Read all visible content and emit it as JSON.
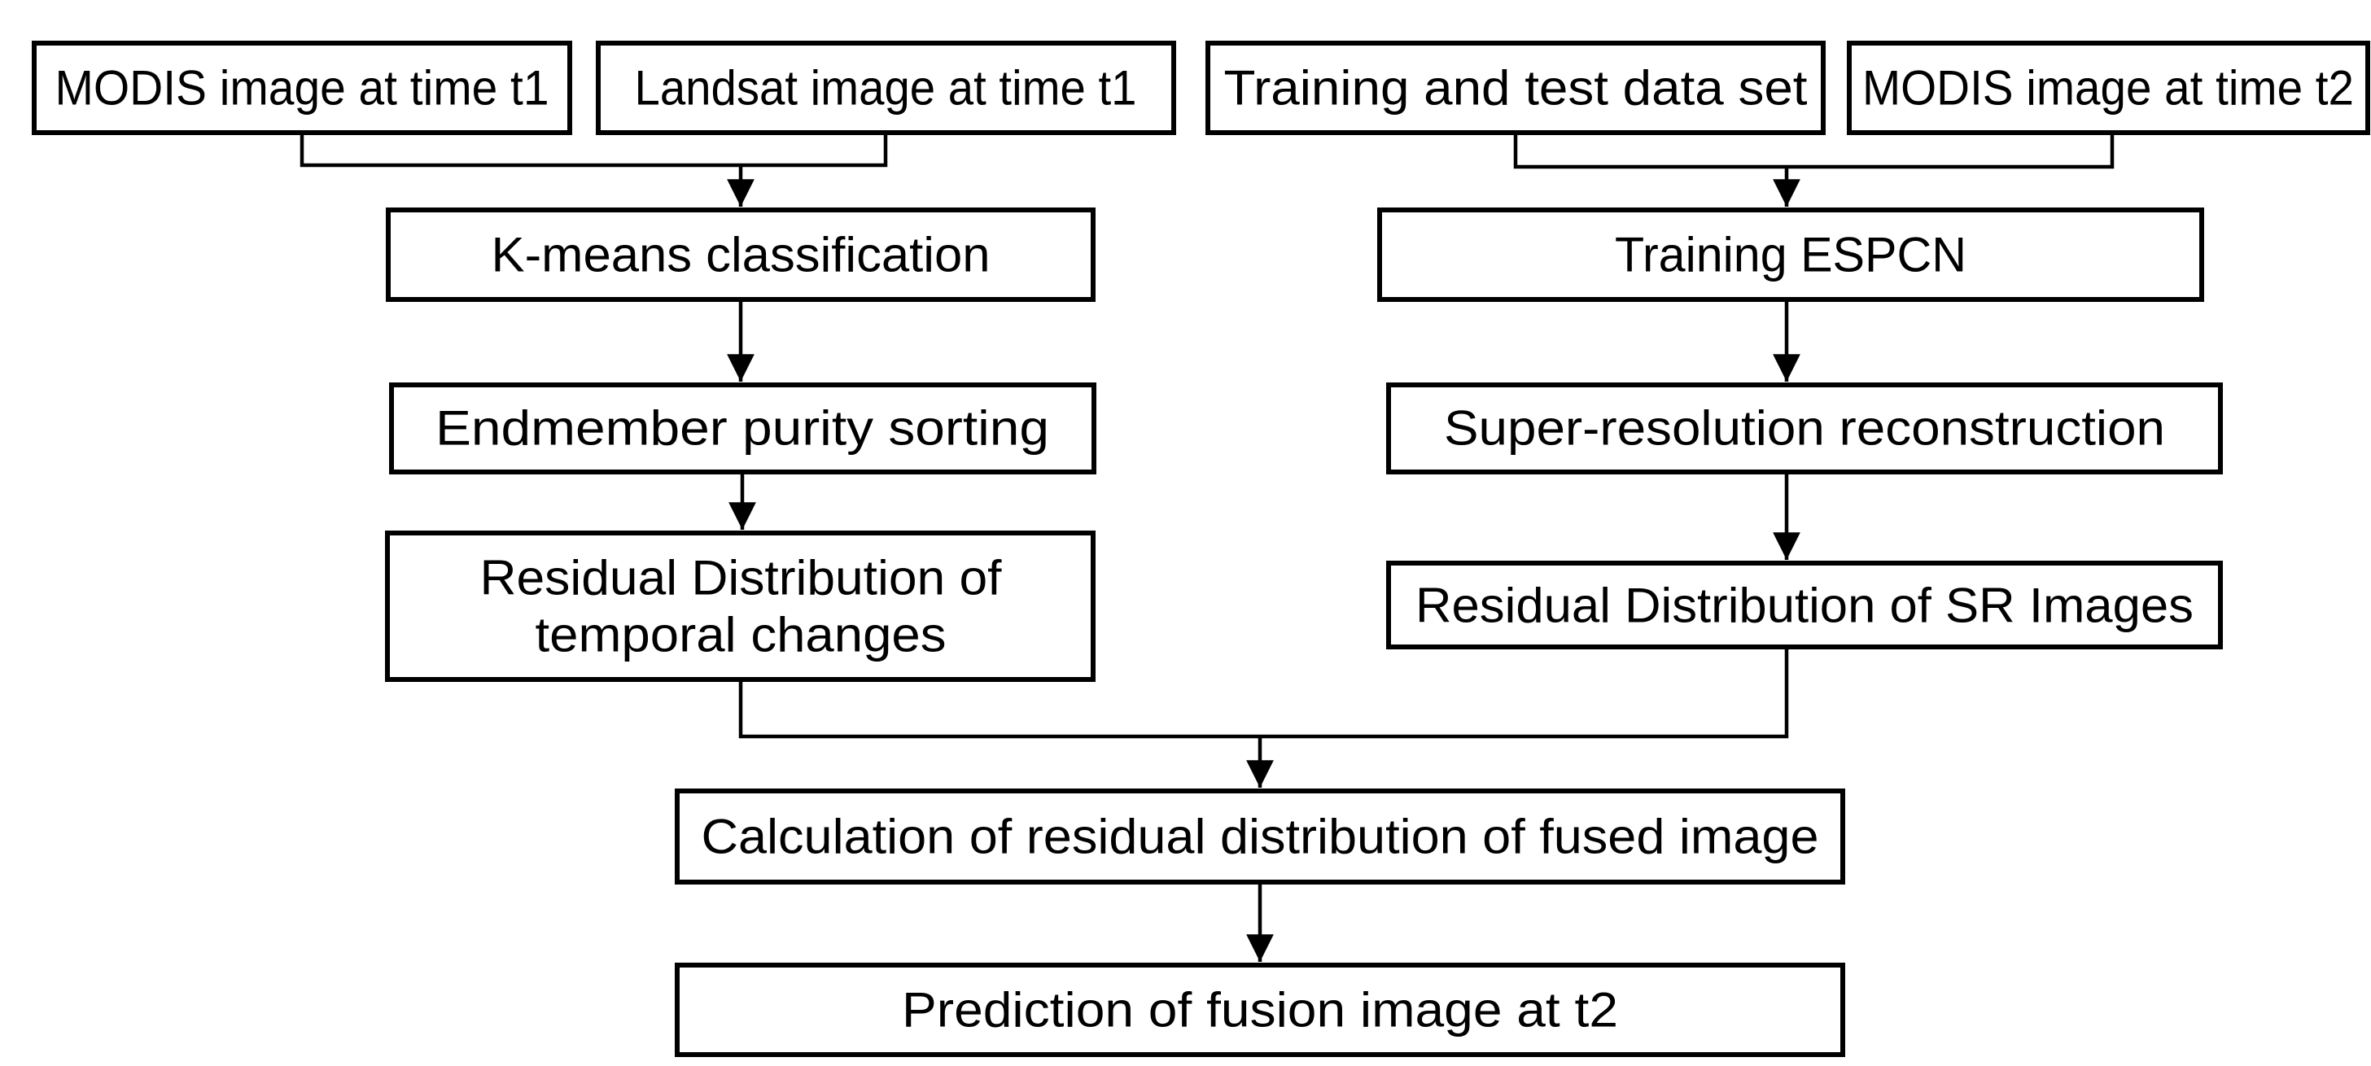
{
  "diagram": {
    "background_color": "#ffffff",
    "box_fill_color": "#ffffff",
    "box_border_color": "#000000",
    "line_color": "#000000",
    "text_color": "#000000"
  },
  "nodes": {
    "modis_t1": {
      "label": "MODIS image at time t1"
    },
    "landsat_t1": {
      "label": "Landsat image at time t1"
    },
    "training_test_set": {
      "label": "Training and test data set"
    },
    "modis_t2": {
      "label": "MODIS image at time t2"
    },
    "kmeans": {
      "label": "K-means classification"
    },
    "training_espcn": {
      "label": "Training ESPCN"
    },
    "endmember_sorting": {
      "label": "Endmember purity sorting"
    },
    "super_resolution": {
      "label": "Super-resolution reconstruction"
    },
    "residual_temporal": {
      "lines": [
        "Residual Distribution of",
        "temporal changes"
      ]
    },
    "residual_sr": {
      "label": "Residual Distribution of SR Images"
    },
    "calc_residual_fused": {
      "label": "Calculation of residual distribution of fused image"
    },
    "prediction_fusion": {
      "label": "Prediction of fusion image at t2"
    }
  }
}
